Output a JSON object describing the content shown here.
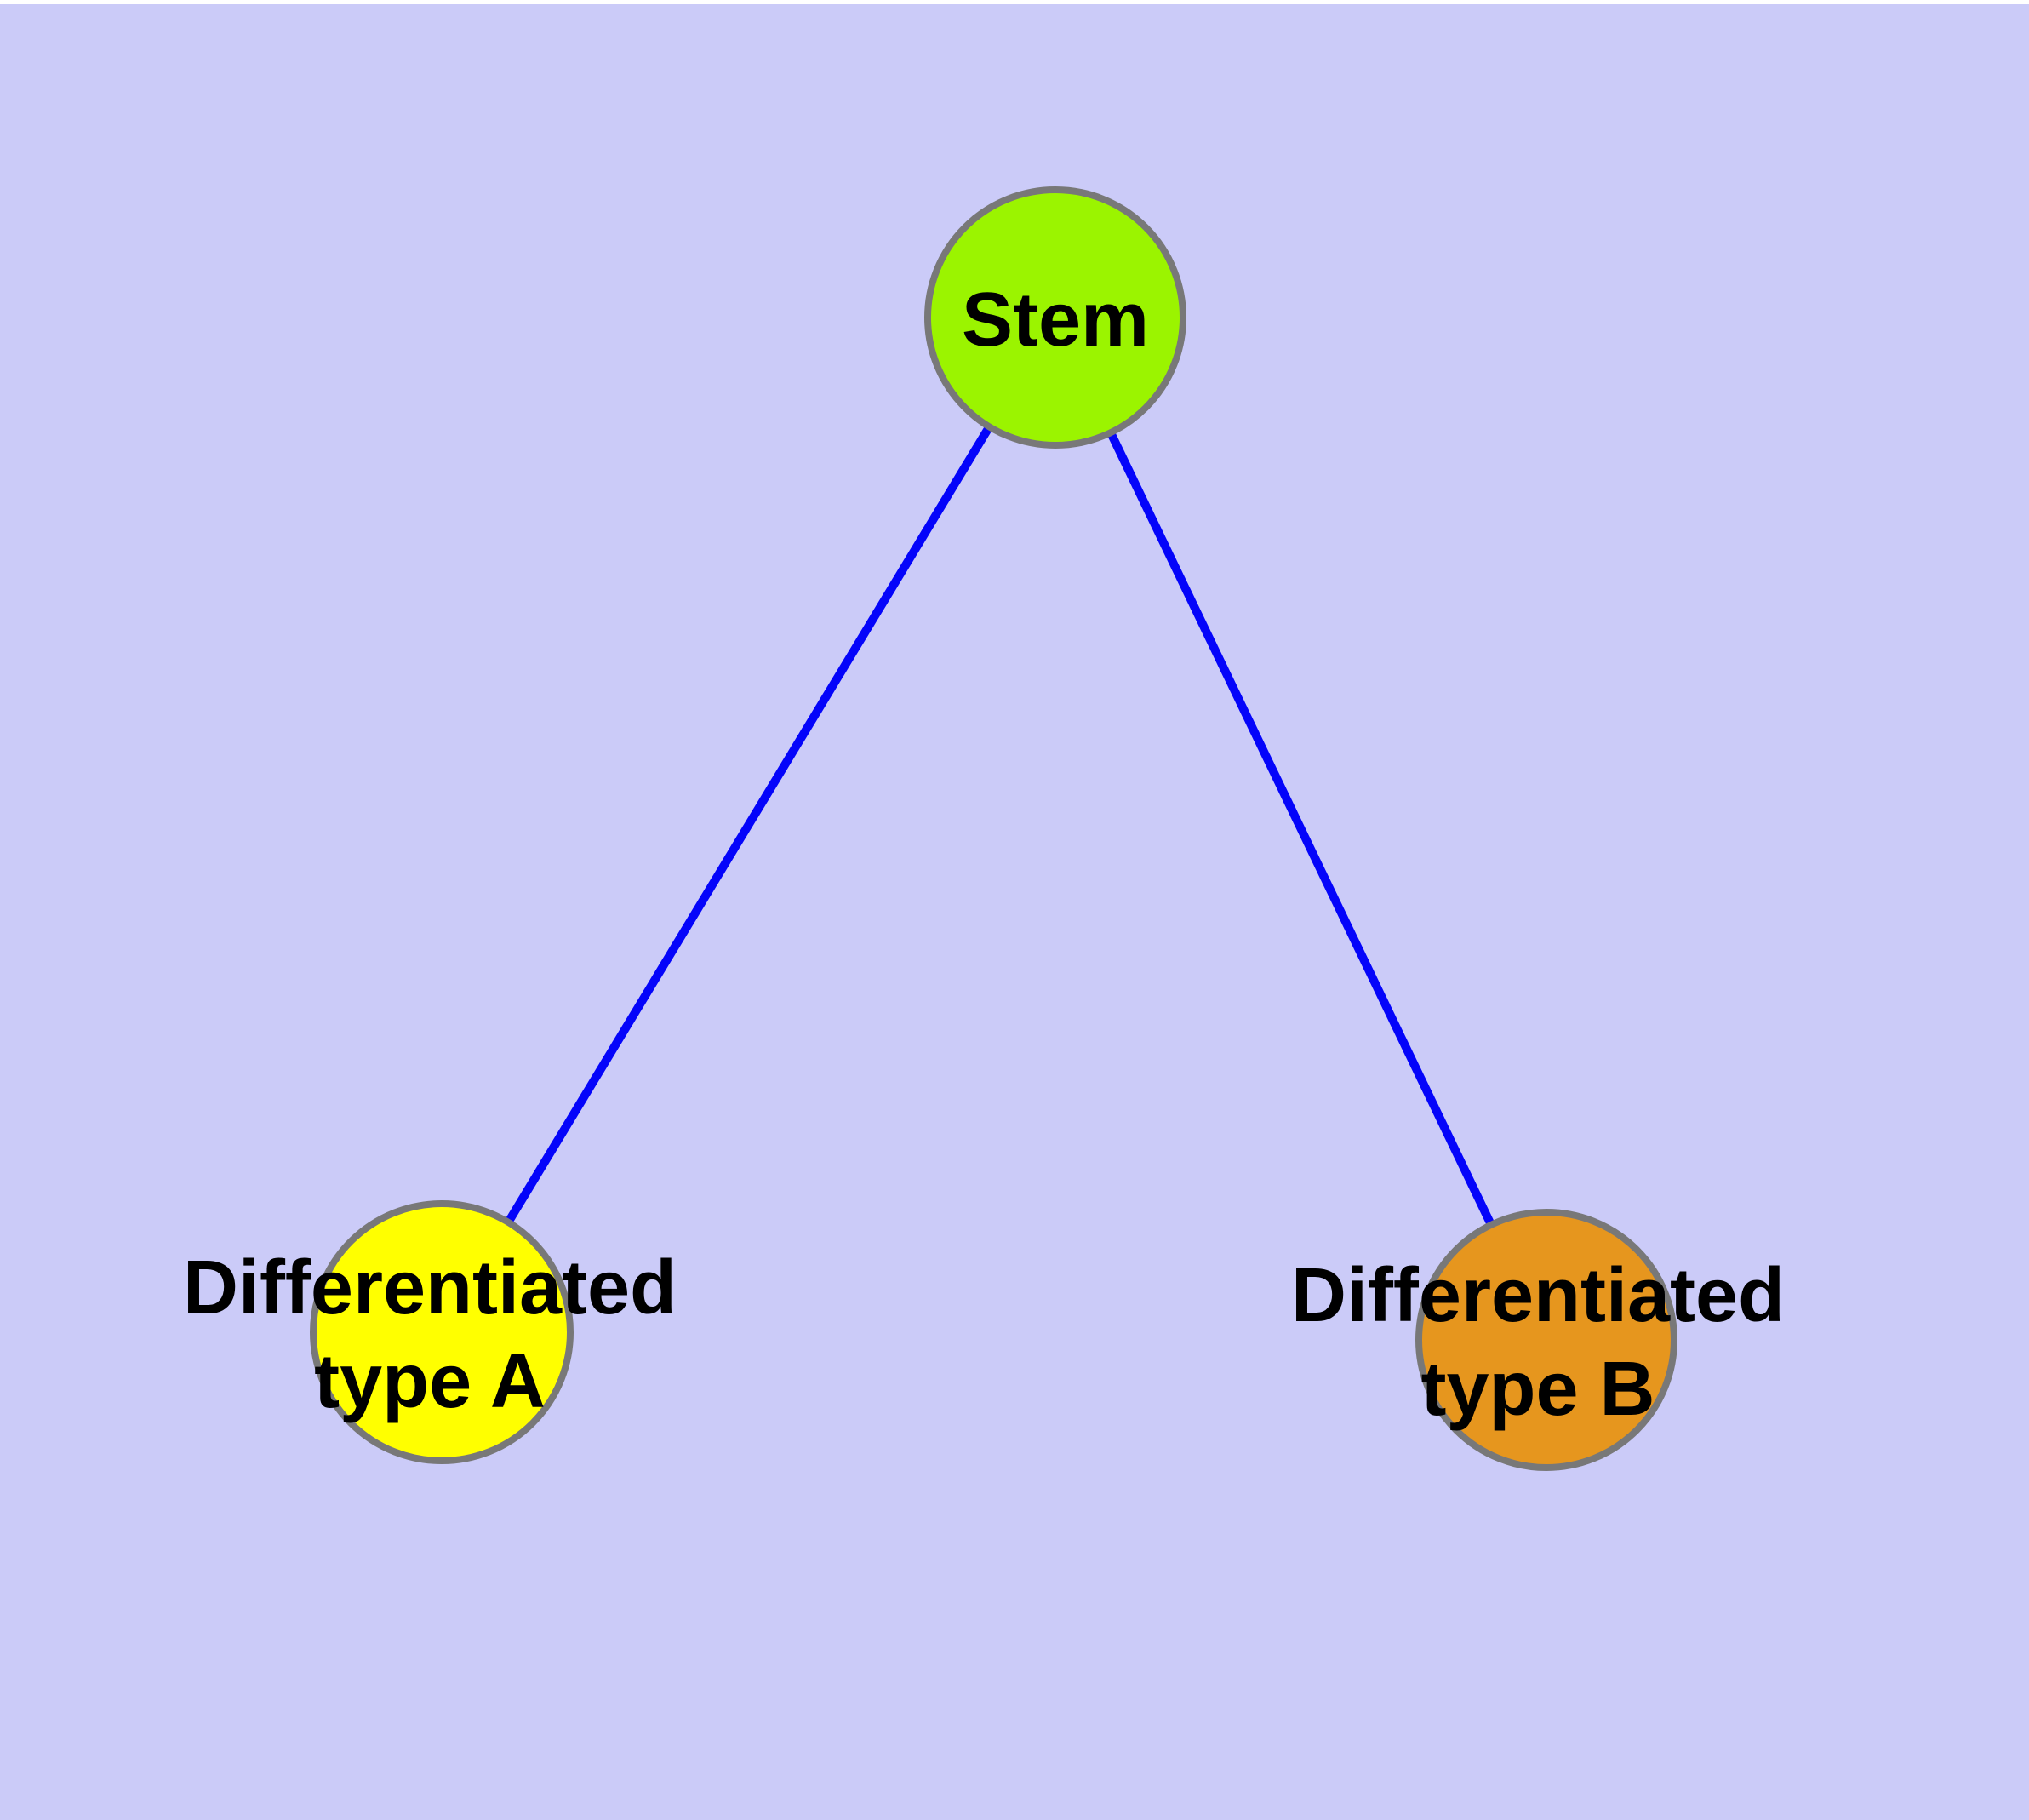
{
  "colors": {
    "background": "#cbcbf8",
    "top_strip": "#ffffff",
    "edge": "#0404fa",
    "node_border": "#787878",
    "stem_fill": "#9bf400",
    "type_a_fill": "#ffff00",
    "type_b_fill": "#e6961e",
    "label_text": "#000000"
  },
  "nodes": {
    "stem": {
      "label": "Stem"
    },
    "type_a": {
      "label_line1": "Differentiated",
      "label_line2": "type A"
    },
    "type_b": {
      "label_line1": "Differentiated",
      "label_line2": "type B"
    }
  },
  "edges": [
    {
      "from": "Stem",
      "to": "Differentiated type A"
    },
    {
      "from": "Stem",
      "to": "Differentiated type B"
    }
  ]
}
